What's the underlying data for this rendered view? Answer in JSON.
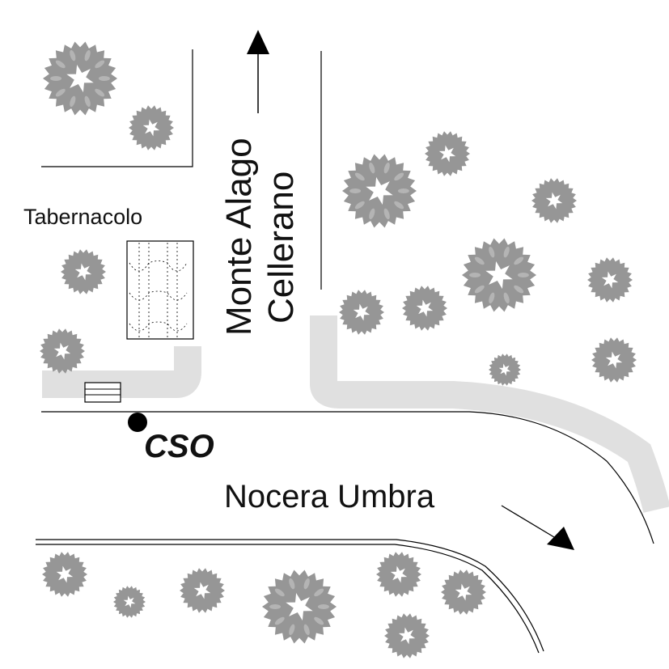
{
  "labels": {
    "tabernacolo": "Tabernacolo",
    "monte_alago": "Monte Alago",
    "cellerano": "Cellerano",
    "cso": "CSO",
    "nocera_umbra": "Nocera Umbra"
  },
  "colors": {
    "tree": "#969696",
    "tree_inner": "#b4b4b4",
    "path": "#e0e0e0",
    "line": "#000000"
  },
  "trees": [
    {
      "name": "tree-top-left-large",
      "size": "large"
    },
    {
      "name": "tree-top-left-small",
      "size": "small"
    },
    {
      "name": "tree-left-mid",
      "size": "small"
    },
    {
      "name": "tree-left-lower",
      "size": "small"
    },
    {
      "name": "tree-right-1",
      "size": "large"
    },
    {
      "name": "tree-right-2",
      "size": "small"
    },
    {
      "name": "tree-right-3",
      "size": "small"
    },
    {
      "name": "tree-right-4",
      "size": "large"
    },
    {
      "name": "tree-right-5",
      "size": "small"
    },
    {
      "name": "tree-right-6",
      "size": "small"
    },
    {
      "name": "tree-right-7",
      "size": "small"
    },
    {
      "name": "tree-right-8",
      "size": "tiny"
    },
    {
      "name": "tree-right-9",
      "size": "small"
    },
    {
      "name": "tree-bottom-1",
      "size": "small"
    },
    {
      "name": "tree-bottom-2",
      "size": "tiny"
    },
    {
      "name": "tree-bottom-3",
      "size": "small"
    },
    {
      "name": "tree-bottom-4",
      "size": "large"
    },
    {
      "name": "tree-bottom-5",
      "size": "small"
    },
    {
      "name": "tree-bottom-6",
      "size": "small"
    },
    {
      "name": "tree-bottom-7",
      "size": "small"
    }
  ]
}
